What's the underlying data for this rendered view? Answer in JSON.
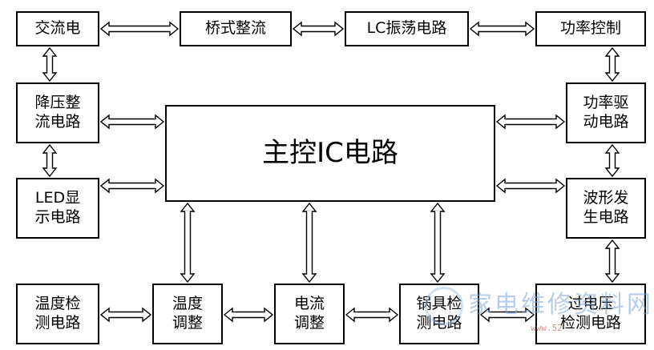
{
  "blocks": {
    "ac_power": "交流电",
    "bridge_rectifier": "桥式整流",
    "lc_oscillator": "LC振荡电路",
    "power_control": "功率控制",
    "stepdown_line1": "降压整",
    "stepdown_line2": "流电路",
    "main_ic": "主控IC电路",
    "power_drive_line1": "功率驱",
    "power_drive_line2": "动电路",
    "led_line1": "LED显",
    "led_line2": "示电路",
    "waveform_line1": "波形发",
    "waveform_line2": "生电路",
    "temp_detect_line1": "温度检",
    "temp_detect_line2": "测电路",
    "temp_adjust_line1": "温度",
    "temp_adjust_line2": "调整",
    "current_adjust_line1": "电流",
    "current_adjust_line2": "调整",
    "pot_detect_line1": "锅具检",
    "pot_detect_line2": "测电路",
    "overvoltage_line1": "过电压",
    "overvoltage_line2": "检测电路"
  },
  "watermark": {
    "text": "家电维修资料网",
    "sub": "www.52"
  },
  "colors": {
    "line": "#000000",
    "watermark": "#7aa6d6"
  }
}
